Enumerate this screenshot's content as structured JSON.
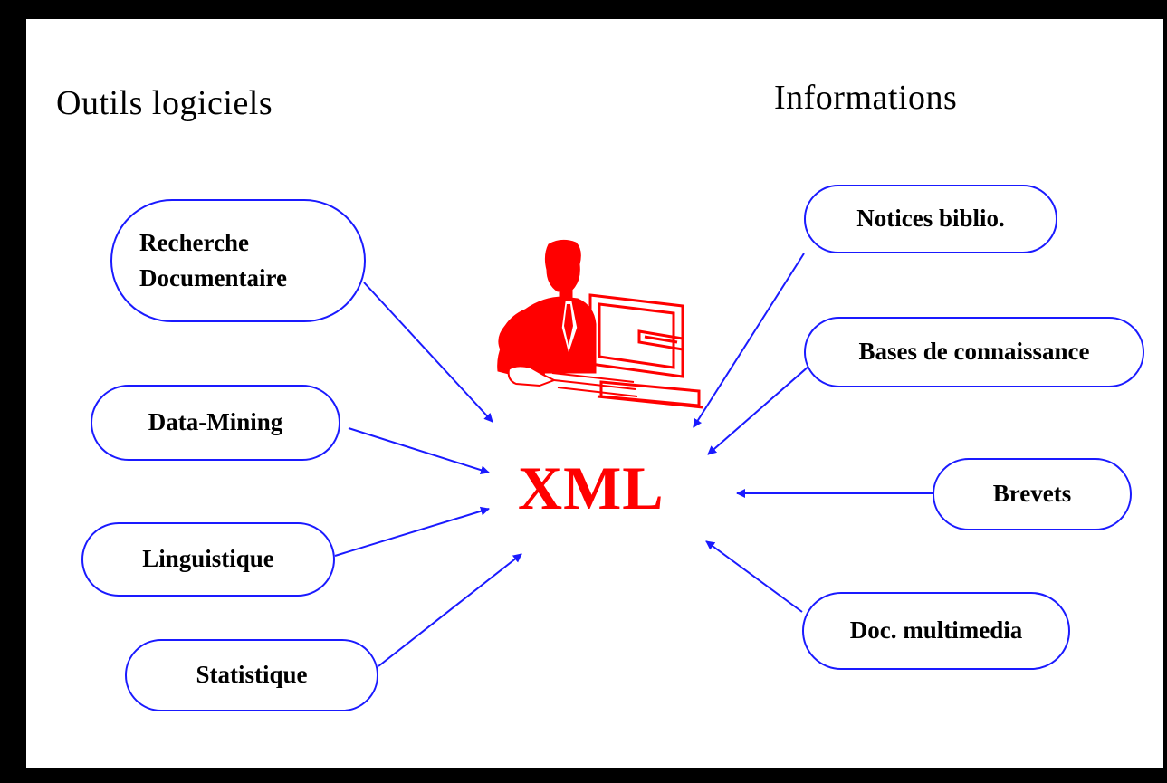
{
  "headings": {
    "left": "Outils logiciels",
    "right": "Informations"
  },
  "center": {
    "label": "XML",
    "icon": "person-at-computer-icon",
    "color": "#ff0000"
  },
  "tools": [
    {
      "lines": [
        "Recherche",
        "Documentaire"
      ]
    },
    {
      "label": "Data-Mining"
    },
    {
      "label": "Linguistique"
    },
    {
      "label": "Statistique"
    }
  ],
  "sources": [
    {
      "label": "Notices biblio."
    },
    {
      "label": "Bases de connaissance"
    },
    {
      "label": "Brevets"
    },
    {
      "label": "Doc. multimedia"
    }
  ],
  "colors": {
    "border": "#1a1aff",
    "arrow": "#1a1aff",
    "accent": "#ff0000",
    "background": "#ffffff",
    "frame": "#000000"
  }
}
